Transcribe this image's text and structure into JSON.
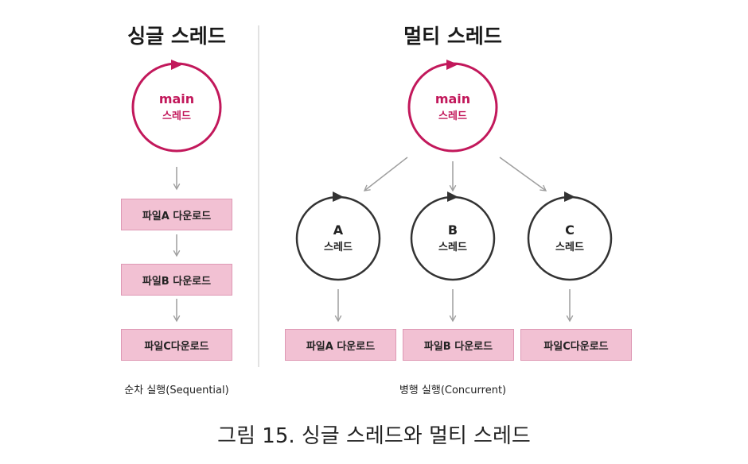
{
  "single_thread": {
    "title": "싱글 스레드",
    "main_thread": {
      "name": "main",
      "sub": "스레드"
    },
    "tasks": [
      "파일A 다운로드",
      "파일B 다운로드",
      "파일C다운로드"
    ],
    "caption": "순차 실행(Sequential)"
  },
  "multi_thread": {
    "title": "멀티 스레드",
    "main_thread": {
      "name": "main",
      "sub": "스레드"
    },
    "threads": [
      {
        "name": "A",
        "sub": "스레드",
        "task": "파일A 다운로드"
      },
      {
        "name": "B",
        "sub": "스레드",
        "task": "파일B 다운로드"
      },
      {
        "name": "C",
        "sub": "스레드",
        "task": "파일C다운로드"
      }
    ],
    "caption": "병행 실행(Concurrent)"
  },
  "figure_caption": "그림 15. 싱글 스레드와 멀티 스레드",
  "colors": {
    "main_thread": "#c2185b",
    "worker_thread": "#333333",
    "task_fill": "#f2c1d3",
    "task_border": "#de98b4",
    "arrow": "#9e9e9e",
    "divider": "#d9d9d9"
  }
}
